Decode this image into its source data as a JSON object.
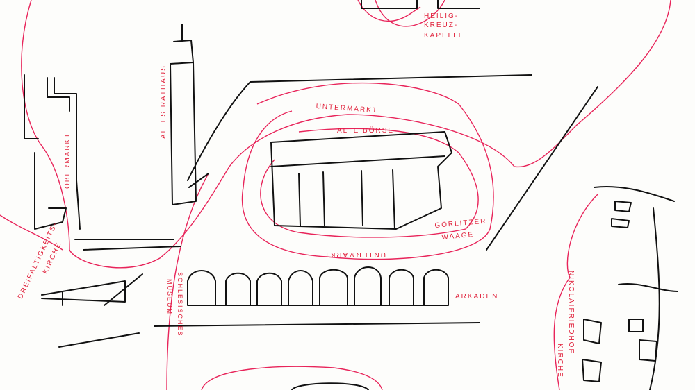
{
  "labels": {
    "heilig_kreuz_1": "HEILIG-",
    "heilig_kreuz_2": "KREUZ-",
    "heilig_kreuz_3": "KAPELLE",
    "altes_rathaus": "ALTES RATHAUS",
    "untermarkt_top": "UNTERMARKT",
    "alte_boerse": "ALTE BÖRSE",
    "obermarkt": "OBERMARKT",
    "dreifaltigkeit_1": "DREIFALTIGKEITS-",
    "dreifaltigkeit_2": "KIRCHE",
    "untermarkt_bottom": "UNTERMARKT",
    "goerlitzer_waage_1": "GÖRLITZER",
    "goerlitzer_waage_2": "WAAGE",
    "schlesisches_1": "SCHLESISCHES",
    "schlesisches_2": "MUSEUM",
    "arkaden": "ARKADEN",
    "nikolai_1": "NIKOLAIFRIEDHOF",
    "nikolai_2": "KIRCHE"
  },
  "colors": {
    "ink": "#111111",
    "route": "#e8245a"
  }
}
